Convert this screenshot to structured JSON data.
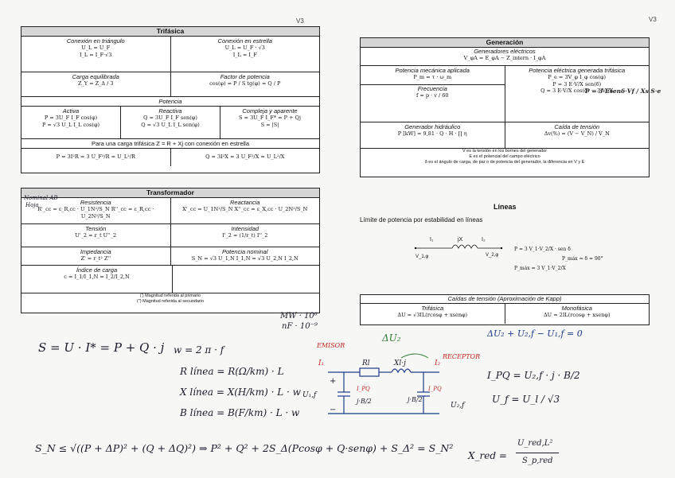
{
  "version_left": "V3",
  "version_right": "V3",
  "trifasica": {
    "title": "Trifásica",
    "triangle_head": "Conexión en triángulo",
    "triangle_f1": "U_L = U_F",
    "triangle_f2": "I_L = I_F·√3",
    "star_head": "Conexión en estrella",
    "star_f1": "U_L = U_F · √3",
    "star_f2": "I_L = I_F",
    "load_head": "Carga equilibrada",
    "load_f1": "Z_Y = Z_Δ / 3",
    "pf_head": "Factor de potencia",
    "pf_f1": "cos(φ) = P / S    tg(φ) = Q / P",
    "potencia_band": "Potencia",
    "active_head": "Activa",
    "active_f1": "P = 3U_F I_F cos(φ)",
    "active_f2": "P = √3 U_L I_L cos(φ)",
    "reactive_head": "Reactiva",
    "reactive_f1": "Q = 3U_F I_F sen(φ)",
    "reactive_f2": "Q = √3 U_L I_L sen(φ)",
    "complex_head": "Compleja y aparente",
    "complex_f1": "S = 3U_F I_F* = P + Qj",
    "complex_f2": "S = |S|",
    "load_band": "Para una carga trifásica Z = R + Xj con conexión en estrella",
    "p_load": "P = 3I²R = 3 U_F²/R = U_L²/R",
    "q_load": "Q = 3I²X = 3 U_F²/X = U_L²/X"
  },
  "transformador": {
    "title": "Transformador",
    "hand_note1": "Nominal AB",
    "hand_note2": "Hoja",
    "res_head": "Resistencia",
    "res_f1": "R'_cc = ε_R,cc · U_1N²/S_N    R''_cc = ε_R,cc · U_2N²/S_N",
    "reac_head": "Reactancia",
    "reac_f1": "X'_cc = U_1N²/S_N    X''_cc = ε_X,cc · U_2N²/S_N",
    "ten_head": "Tensión",
    "ten_f1": "U'_2 = r_t U''_2",
    "int_head": "Intensidad",
    "int_f1": "I'_2 = (1/r_t) I''_2",
    "imp_head": "Impedancia",
    "imp_f1": "Z' = r_t² Z''",
    "pn_head": "Potencia nominal",
    "pn_f1": "S_N = √3 U_1,N I_1,N = √3 U_2,N I_2,N",
    "ic_head": "Índice de carga",
    "ic_f1": "c = I_1/I_1,N = I_2/I_2,N",
    "note1": "(') Magnitud referida al primario",
    "note2": "('') Magnitud referida al secundario"
  },
  "generacion": {
    "title": "Generación",
    "gen_head": "Generadores eléctricos",
    "gen_f1": "V_φA = E_φA − Z_intern · I_φA",
    "mech_head": "Potencia mecánica aplicada",
    "mech_f1": "P_m = τ · ω_m",
    "freq_head": "Frecuencia",
    "freq_f1": "f = p · v / 60",
    "elec_head": "Potencia eléctrica generada trifásica",
    "elec_f1": "P_e = 3V_φ I_φ cos(φ)",
    "elec_f2": "P = 3 E·V/X sen(δ)",
    "elec_f3": "Q = 3 E·V/X cos(δ) − 3 V²/X",
    "elec_hand": "P = 3 Esenδ·Vf / Xs   S·e",
    "hydro_head": "Generador hidráulico",
    "hydro_f1": "P [kW] = 9,81 · Q · H · ∏ η",
    "drop_head": "Caída de tensión",
    "drop_f1": "Δv(%) = (V − V_N) / V_N",
    "note1": "V es la tensión en los bornes del generador",
    "note2": "E es el potencial del campo eléctrico",
    "note3": "δ es el ángulo de carga, de par o de potencia del generador, la diferencia en V y E"
  },
  "lineas": {
    "title": "Líneas",
    "subtitle": "Límite de potencia por estabilidad en líneas",
    "f1": "P = 3 V_1·V_2/X · sen δ",
    "f2": "P_máx = 3 V_1·V_2/X",
    "f3": "P_máx ⇒ δ = 90°",
    "jx": "jX",
    "i1": "I₁",
    "i2": "I₂",
    "v1": "V_1,φ",
    "v2": "V_2,φ"
  },
  "kapp": {
    "title": "Caídas de tensión (Aproximación de Kapp)",
    "tri_head": "Trifásica",
    "tri_f1": "ΔU = √3IL(rcosφ + xsenφ)",
    "mono_head": "Monofásica",
    "mono_f1": "ΔU = 2IL(rcosφ + xsenφ)"
  },
  "handwritten": {
    "mw": "MW · 10⁶",
    "nf": "nF · 10⁻⁹",
    "apparent": "S = U · I* = P + Q · j",
    "omega": "w = 2 π · f",
    "rline": "R línea = R(Ω/km) · L",
    "xline": "X línea = X(H/km) · L · w",
    "bline": "B línea = B(F/km) · L · w",
    "emisor": "EMISOR",
    "receptor": "RECEPTOR",
    "du2": "ΔU₂",
    "kvl": "ΔU₂ + U₂,f − U₁,f = 0",
    "ipq": "I_PQ = U₂,f · j · B/2",
    "uf": "U_f = U_l / √3",
    "rl": "Rl",
    "xlj": "Xl·j",
    "i1": "I₁",
    "i2": "I₂",
    "ic1": "I_PQ",
    "ic2": "I_PQ",
    "jb1": "j·B/2",
    "jb2": "j·B/2",
    "u1f": "U₁,f",
    "u2f": "U₂,f",
    "plus": "+",
    "minus": "−",
    "sn": "S_N ≤ √((P + ΔP)² + (Q + ΔQ)²)  ⇒  P² + Q² + 2S_Δ(Pcosφ + Q·senφ) + S_Δ² = S_N²",
    "xred_num": "U_red,L²",
    "xred_den": "S_p,red",
    "xred_lhs": "X_red ="
  }
}
